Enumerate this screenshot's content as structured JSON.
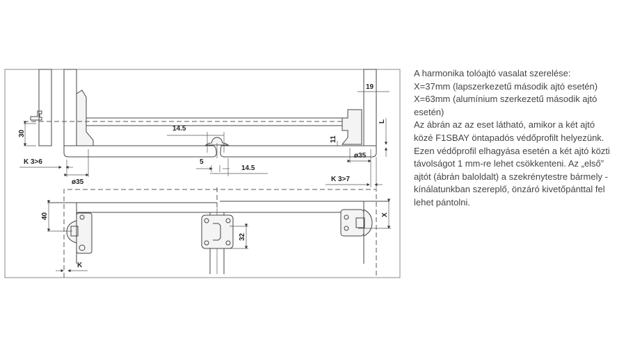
{
  "description": {
    "lines": [
      "A harmonika tolóajtó vasalat szerelése:",
      "X=37mm (lapszerkezetű második ajtó esetén)",
      "X=63mm (alumínium szerkezetű második ajtó esetén)",
      "Az ábrán az az eset látható, amikor a két ajtó közé F1SBAY öntapadós védőprofilt helyezünk. Ezen védőprofil elhagyása esetén a két ajtó közti távolságot 1 mm-re lehet csökkenteni.  Az „első” ajtót (ábrán baloldalt) a szekrénytestre bármely - kínálatunkban szereplő, önzáró kivetőpánttal fel lehet pántolni."
    ]
  },
  "top_view": {
    "dim_30": "30",
    "dim_14_5_top": "14.5",
    "dim_14_5_bottom": "14.5",
    "dim_5": "5",
    "dim_19": "19",
    "dim_L": "L",
    "dim_11": "11",
    "dim_k_left": "K 3>6",
    "dim_k_right": "K 3>7",
    "dim_d35_left": "ø35",
    "dim_d35_right": "ø35"
  },
  "front_view": {
    "dim_40": "40",
    "dim_32": "32",
    "dim_X": "X",
    "dim_K": "K"
  }
}
